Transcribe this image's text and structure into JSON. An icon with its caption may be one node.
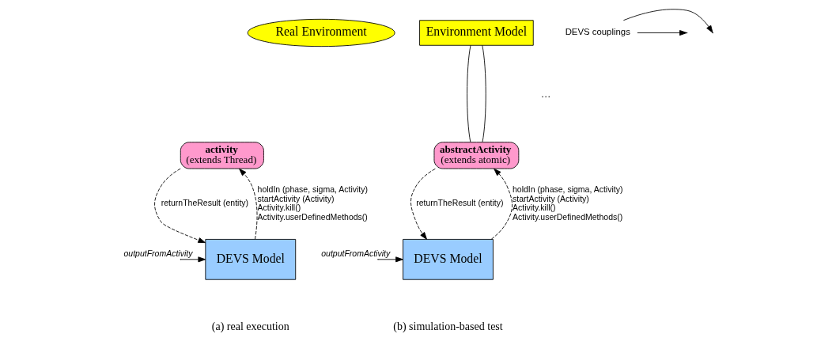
{
  "diagram": {
    "nodes": [
      {
        "text": [
          "Real Environment"
        ]
      },
      {
        "text": [
          "activity",
          "(extends Thread)"
        ]
      },
      {
        "text": [
          "DEVS Model"
        ]
      },
      {
        "text": [
          "Environment Model"
        ]
      },
      {
        "text": [
          "abstractActivity",
          "(extends atomic)"
        ]
      },
      {
        "text": [
          "DEVS Model"
        ]
      },
      {
        "text": [
          "DEVS couplings"
        ]
      }
    ],
    "edges": [
      {
        "from": 1,
        "to": 2,
        "arrow": "to",
        "style": "dashed",
        "label": "returnTheResult (entity)"
      },
      {
        "from": 2,
        "to": 1,
        "arrow": "to",
        "style": "dashed",
        "label": "holdIn (phase, sigma, Activity) startActivity (Activity) Activity.kill() Activity.userDefinedMethods()"
      },
      {
        "from": null,
        "to": 2,
        "arrow": "to",
        "label": "outputFromActivity"
      },
      {
        "from": 3,
        "to": 4,
        "arrow": "none"
      },
      {
        "from": 3,
        "to": 4,
        "arrow": "none"
      },
      {
        "from": 6,
        "to": null,
        "arrow": "to"
      },
      {
        "from": 6,
        "to": null,
        "arrow": "to"
      },
      {
        "from": 4,
        "to": 5,
        "arrow": "to",
        "style": "dashed",
        "label": "returnTheResult (entity)"
      },
      {
        "from": 5,
        "to": 4,
        "arrow": "to",
        "style": "dashed",
        "label": "holdIn (phase, sigma, Activity) startActivity (Activity) Activity.kill() Activity.userDefinedMethods()"
      },
      {
        "from": null,
        "to": 5,
        "arrow": "to",
        "label": "outputFromActivity"
      }
    ],
    "labels": [
      "…",
      "(a) real execution",
      "(b) simulation-based test"
    ]
  }
}
